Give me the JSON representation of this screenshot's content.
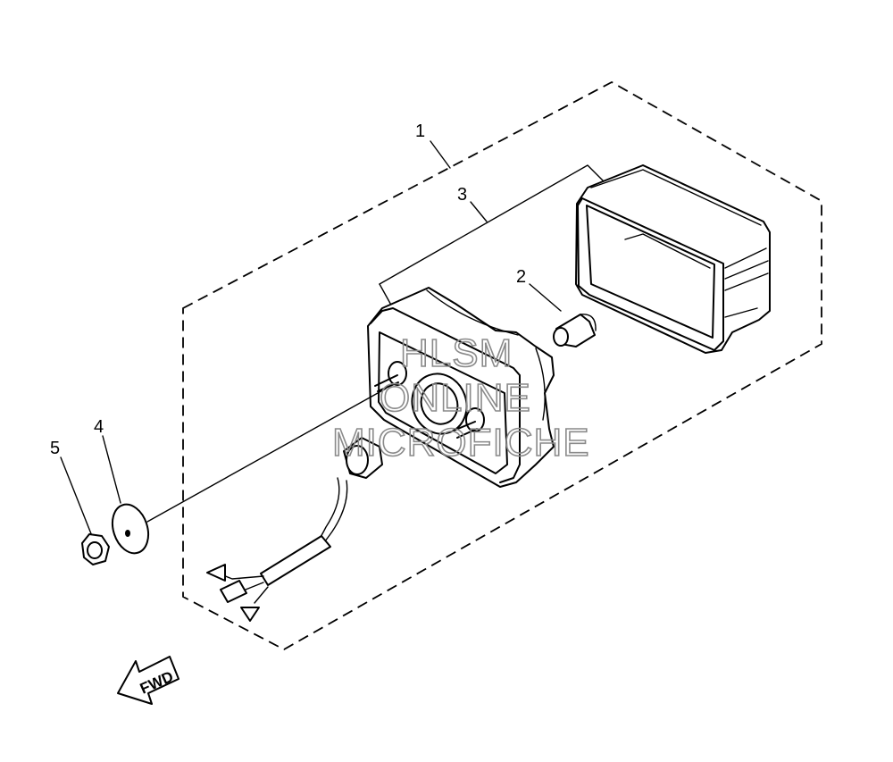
{
  "callouts": {
    "part_1": "1",
    "part_2": "2",
    "part_3": "3",
    "part_4": "4",
    "part_5": "5"
  },
  "watermark": {
    "line1": "HLSM",
    "line2": "ONLINE",
    "line3": "MICROFICHE"
  },
  "fwd_arrow": {
    "label": "FWD"
  },
  "colors": {
    "line": "#000000",
    "background": "#ffffff",
    "watermark": "#8a8a8a"
  }
}
